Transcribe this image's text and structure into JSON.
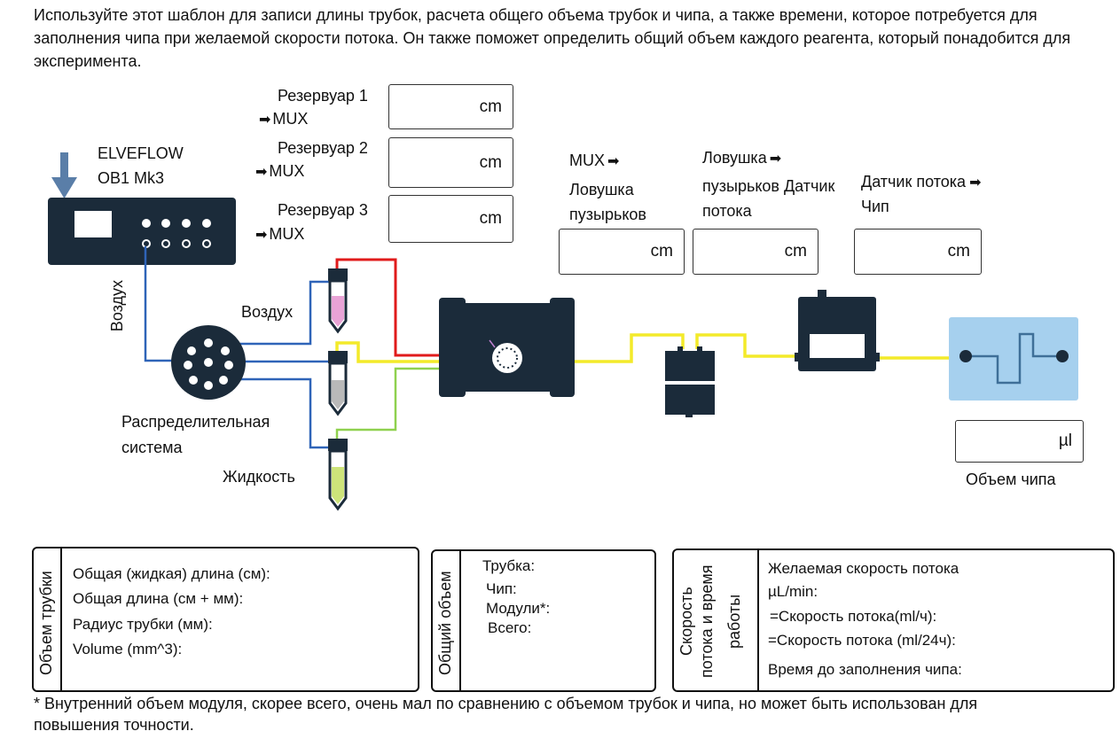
{
  "intro": "Используйте этот шаблон для записи длины трубок, расчета общего объема трубок и чипа, а также времени, которое потребуется для заполнения чипа при желаемой скорости потока. Он также поможет определить общий объем каждого реагента, который понадобится для эксперимента.",
  "device": {
    "line1": "ELVEFLOW",
    "line2": "OB1 Mk3"
  },
  "reservoirs": [
    {
      "label": "Резервуар 1",
      "target": "MUX",
      "unit": "cm"
    },
    {
      "label": "Резервуар 2",
      "target": "MUX",
      "unit": "cm"
    },
    {
      "label": "Резервуар 3",
      "target": "MUX",
      "unit": "cm"
    }
  ],
  "segments": [
    {
      "from": "MUX",
      "to": "Ловушка пузырьков",
      "unit": "cm"
    },
    {
      "from": "Ловушка",
      "to": "пузырьков Датчик потока",
      "unit": "cm"
    },
    {
      "from": "Датчик потока",
      "to": "Чип",
      "unit": "cm"
    }
  ],
  "labels": {
    "air_vertical": "Воздух",
    "air": "Воздух",
    "distribution": "Распределительная система",
    "liquid": "Жидкость",
    "chip_volume": "Объем чипа",
    "chip_unit": "µl"
  },
  "panels": {
    "tube": {
      "title": "Объем трубки",
      "rows": [
        "Общая (жидкая) длина (см):",
        "Общая длина (см + мм):",
        "Радиус трубки (мм):",
        "Volume (mm^3):"
      ]
    },
    "total": {
      "title": "Общий объем",
      "rows": [
        "Трубка:",
        "Чип:",
        "Модули*:",
        "Всего:"
      ]
    },
    "flow": {
      "title_line1": "Скорость",
      "title_line2": "потока и время",
      "title_line3": "работы",
      "rows": [
        "Желаемая скорость потока",
        "µL/min:",
        "=Скорость потока(ml/ч):",
        "=Скорость потока (ml/24ч):",
        "Время  до заполнения чипа:"
      ]
    }
  },
  "footnote": "* Внутренний объем модуля, скорее всего, очень мал по сравнению с объемом трубок и чипа, но может быть использован для повышения точности.",
  "colors": {
    "device": "#1b2b3a",
    "tube_blue": "#2f64b8",
    "tube_red": "#e01b1b",
    "tube_yellow": "#f3ea2a",
    "tube_green": "#8fd14f",
    "vial_pink": "#e8a3d6",
    "vial_gray": "#b9b9b9",
    "vial_lime": "#cde47a",
    "chip_bg": "#a6d0ee"
  }
}
